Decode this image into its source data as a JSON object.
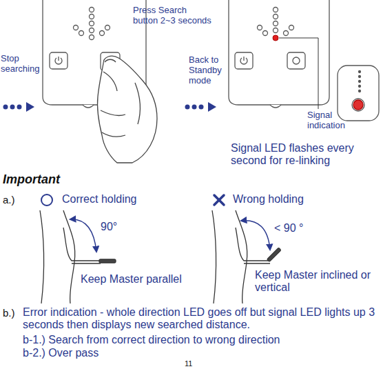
{
  "diagram": {
    "title": "Important",
    "labels": [
      "Press Search button 2~3 seconds",
      "Stop searching",
      "Back to Standby mode",
      "Signal indication",
      "Signal LED flashes every second for re-linking",
      "a.)",
      "Correct holding",
      "Wrong holding",
      "90°",
      "< 90 °",
      "Keep Master parallel",
      "Keep Master inclined or vertical",
      "b.)",
      "Error indication - whole direction LED goes off but signal LED lights up 3 seconds then displays new searched distance.",
      "b-1.) Search from correct direction to wrong direction",
      "b-2.) Over pass",
      "11"
    ]
  }
}
